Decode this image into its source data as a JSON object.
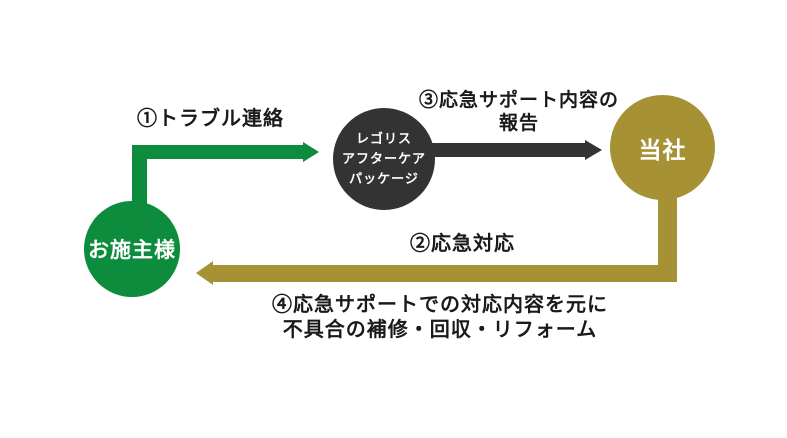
{
  "diagram": {
    "nodes": {
      "client": {
        "label": "お施主様"
      },
      "package": {
        "label_lines": [
          "レゴリス",
          "アフターケア",
          "パッケージ"
        ]
      },
      "company": {
        "label": "当社"
      }
    },
    "flows": {
      "step1": {
        "label": "①トラブル連絡"
      },
      "step2": {
        "label": "②応急対応"
      },
      "step3": {
        "label_line1": "③応急サポート内容の",
        "label_line2": "報告"
      },
      "step4": {
        "label_line1": "④応急サポートでの対応内容を元に",
        "label_line2": "不具合の補修・回収・リフォーム"
      }
    }
  },
  "colors": {
    "green": "#0e8c3e",
    "dark": "#333333",
    "gold": "#a69134",
    "text": "#1a1a1a",
    "background": "#ffffff"
  }
}
